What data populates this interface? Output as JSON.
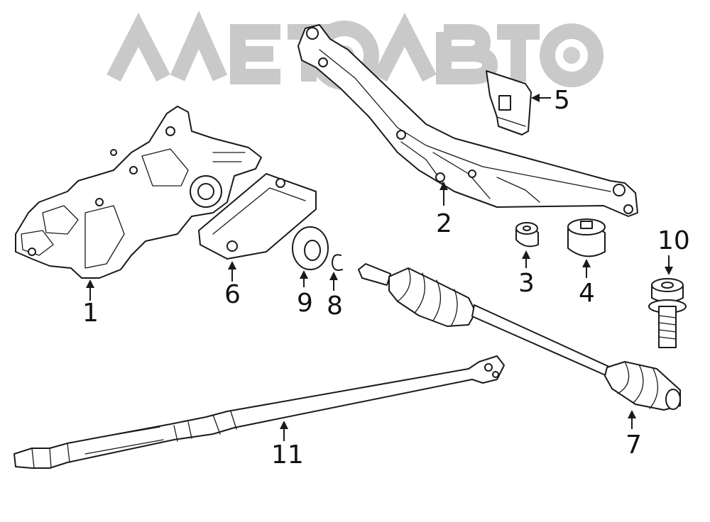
{
  "watermark": {
    "text": "АЛЕТОАВТО",
    "color": "#cfcfcf"
  },
  "callouts": [
    {
      "id": "c1",
      "label": "1"
    },
    {
      "id": "c2",
      "label": "2"
    },
    {
      "id": "c3",
      "label": "3"
    },
    {
      "id": "c4",
      "label": "4"
    },
    {
      "id": "c5",
      "label": "5"
    },
    {
      "id": "c6",
      "label": "6"
    },
    {
      "id": "c7",
      "label": "7"
    },
    {
      "id": "c8",
      "label": "8"
    },
    {
      "id": "c9",
      "label": "9"
    },
    {
      "id": "c10",
      "label": "10"
    },
    {
      "id": "c11",
      "label": "11"
    }
  ],
  "line_color": "#1a1a1a"
}
